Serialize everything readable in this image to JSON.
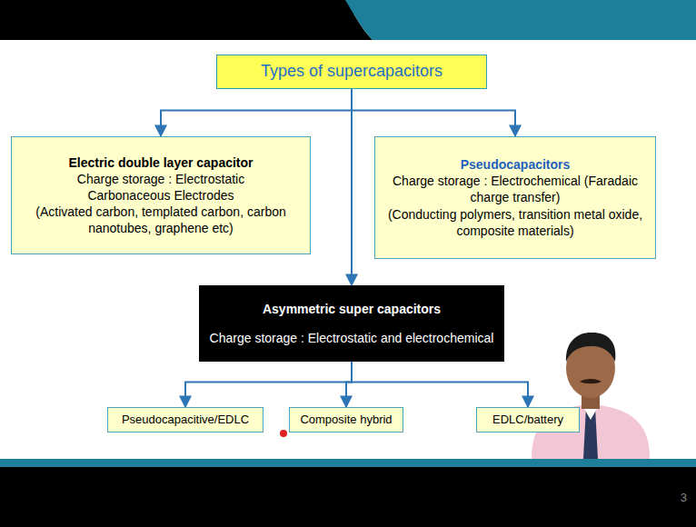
{
  "diagram": {
    "nodes": [
      {
        "text": [
          "Types of supercapacitors"
        ]
      },
      {
        "text": [
          "Electric double layer capacitor",
          "Charge storage : Electrostatic",
          "Carbonaceous Electrodes",
          "(Activated carbon, templated carbon, carbon nanotubes, graphene etc)"
        ]
      },
      {
        "text": [
          "Pseudocapacitors",
          "Charge storage : Electrochemical (Faradaic charge transfer)",
          "(Conducting polymers, transition metal oxide, composite materials)"
        ]
      },
      {
        "text": [
          "Asymmetric super capacitors",
          "Charge storage : Electrostatic and electrochemical"
        ]
      },
      {
        "text": [
          "Pseudocapacitive/EDLC"
        ]
      },
      {
        "text": [
          "Composite hybrid"
        ]
      },
      {
        "text": [
          "EDLC/battery"
        ]
      }
    ],
    "edges": [
      {
        "from": 0,
        "to": 1,
        "arrow": "to"
      },
      {
        "from": 0,
        "to": 3,
        "arrow": "to"
      },
      {
        "from": 0,
        "to": 2,
        "arrow": "to"
      },
      {
        "from": 3,
        "to": 4,
        "arrow": "to"
      },
      {
        "from": 3,
        "to": 5,
        "arrow": "to"
      },
      {
        "from": 3,
        "to": 6,
        "arrow": "to"
      }
    ],
    "labels": [
      "3"
    ]
  }
}
